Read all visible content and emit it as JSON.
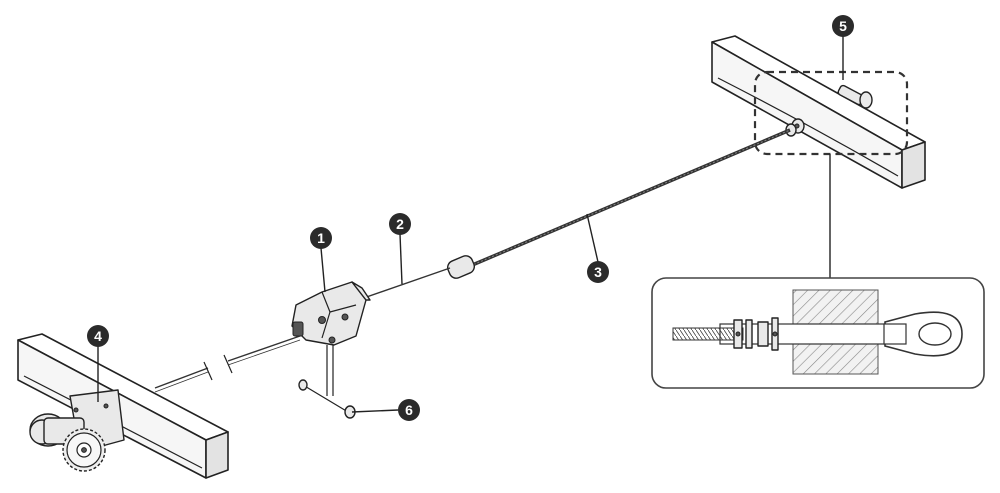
{
  "callouts": [
    {
      "id": "1",
      "label": "1"
    },
    {
      "id": "2",
      "label": "2"
    },
    {
      "id": "3",
      "label": "3"
    },
    {
      "id": "4",
      "label": "4"
    },
    {
      "id": "5",
      "label": "5"
    },
    {
      "id": "6",
      "label": "6"
    }
  ],
  "colors": {
    "ink": "#222222",
    "callout_fill": "#2b2b2b",
    "callout_text": "#ffffff",
    "detail_box_border": "#333333"
  }
}
